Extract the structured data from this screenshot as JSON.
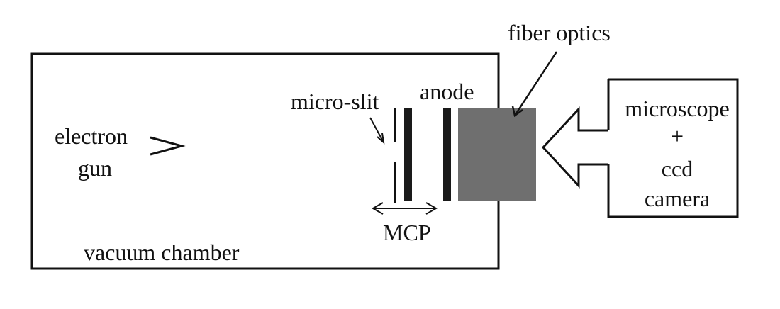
{
  "labels": {
    "fiber_optics": "fiber optics",
    "micro_slit": "micro-slit",
    "anode": "anode",
    "electron": "electron",
    "gun": "gun",
    "microscope": "microscope",
    "plus": "+",
    "ccd": "ccd",
    "camera": "camera",
    "mcp": "MCP",
    "vacuum_chamber": "vacuum chamber"
  },
  "colors": {
    "ink": "#111111",
    "fiber_block": "#6f6f6f",
    "plate": "#1a1a1a",
    "background": "#ffffff"
  }
}
